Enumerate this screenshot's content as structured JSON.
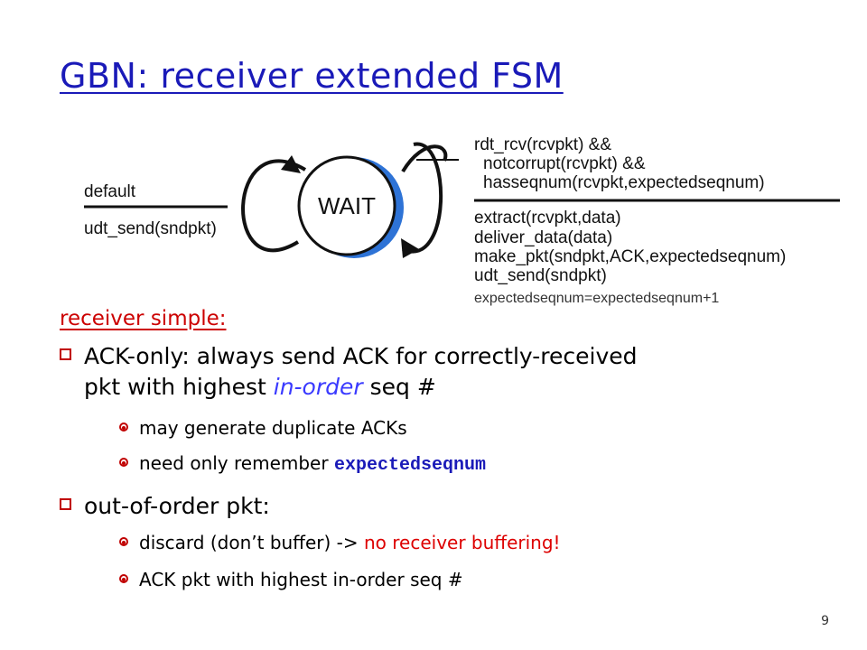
{
  "slide": {
    "title": "GBN: receiver extended FSM",
    "page_number": "9"
  },
  "fsm": {
    "state": "WAIT",
    "left_event": "default",
    "left_action": "udt_send(sndpkt)",
    "right_event": [
      "rdt_rcv(rcvpkt) &&",
      "notcorrupt(rcvpkt)  &&",
      "hasseqnum(rcvpkt,expectedseqnum)"
    ],
    "right_action": [
      "extract(rcvpkt,data)",
      "deliver_data(data)",
      "make_pkt(sndpkt,ACK,expectedseqnum)",
      "udt_send(sndpkt)"
    ],
    "right_action_extra": "expectedseqnum=expectedseqnum+1"
  },
  "content": {
    "subheading": "receiver simple:",
    "b1_prefix": "ACK-only: always send ACK for correctly-received",
    "b1_line2_pre": "pkt with highest ",
    "b1_line2_em": "in-order",
    "b1_line2_post": " seq #",
    "b1a": "may generate duplicate ACKs",
    "b1b_pre": "need only remember ",
    "b1b_code": "expectedseqnum",
    "b2": "out-of-order pkt:",
    "b2a_pre": "discard (don’t buffer) -> ",
    "b2a_red": "no receiver buffering!",
    "b2b": "ACK pkt with highest in-order seq #"
  },
  "colors": {
    "title": "#1a1ab8",
    "accent_red": "#dd0000",
    "state_shadow": "#2e73d6"
  }
}
